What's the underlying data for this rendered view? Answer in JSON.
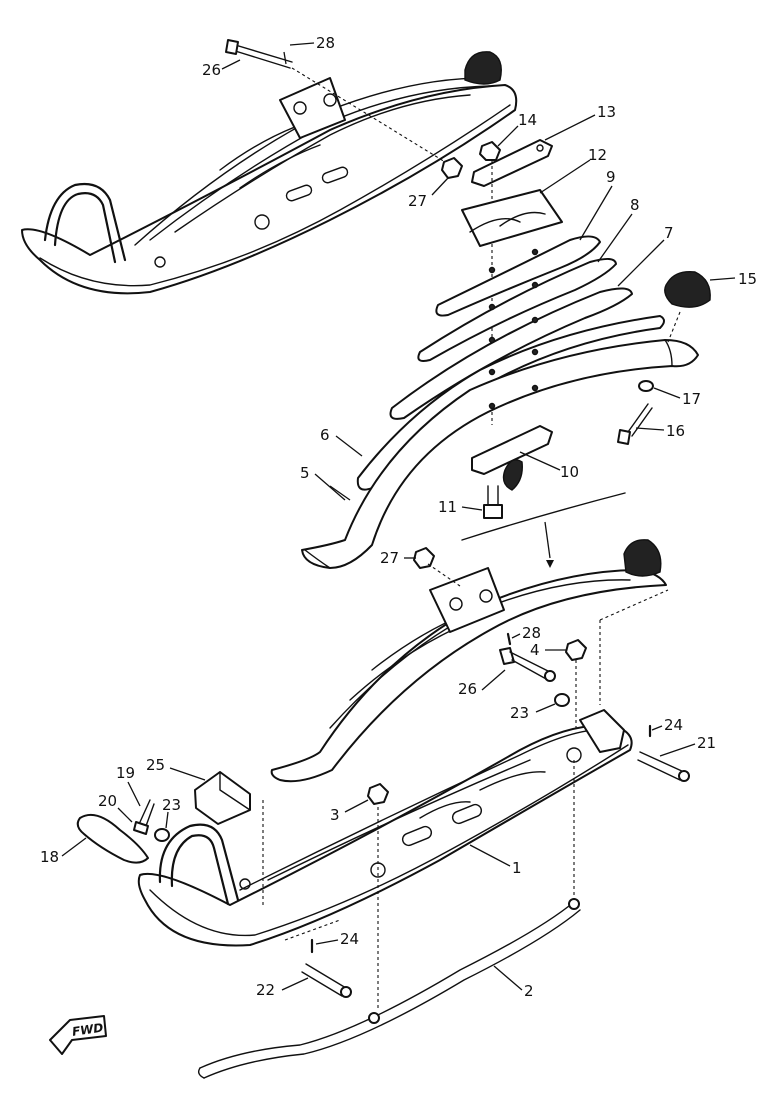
{
  "callouts": {
    "c1": "1",
    "c2": "2",
    "c3": "3",
    "c4": "4",
    "c5": "5",
    "c6": "6",
    "c7": "7",
    "c8": "8",
    "c9": "9",
    "c10": "10",
    "c11": "11",
    "c12": "12",
    "c13": "13",
    "c14": "14",
    "c15": "15",
    "c16": "16",
    "c17": "17",
    "c18": "18",
    "c19": "19",
    "c20": "20",
    "c21": "21",
    "c22": "22",
    "c23a": "23",
    "c23b": "23",
    "c24a": "24",
    "c24b": "24",
    "c25": "25",
    "c26a": "26",
    "c26b": "26",
    "c27a": "27",
    "c27b": "27",
    "c28a": "28",
    "c28b": "28"
  },
  "fwd_label": "FWD",
  "icons": [
    "fwd-arrow-icon"
  ]
}
